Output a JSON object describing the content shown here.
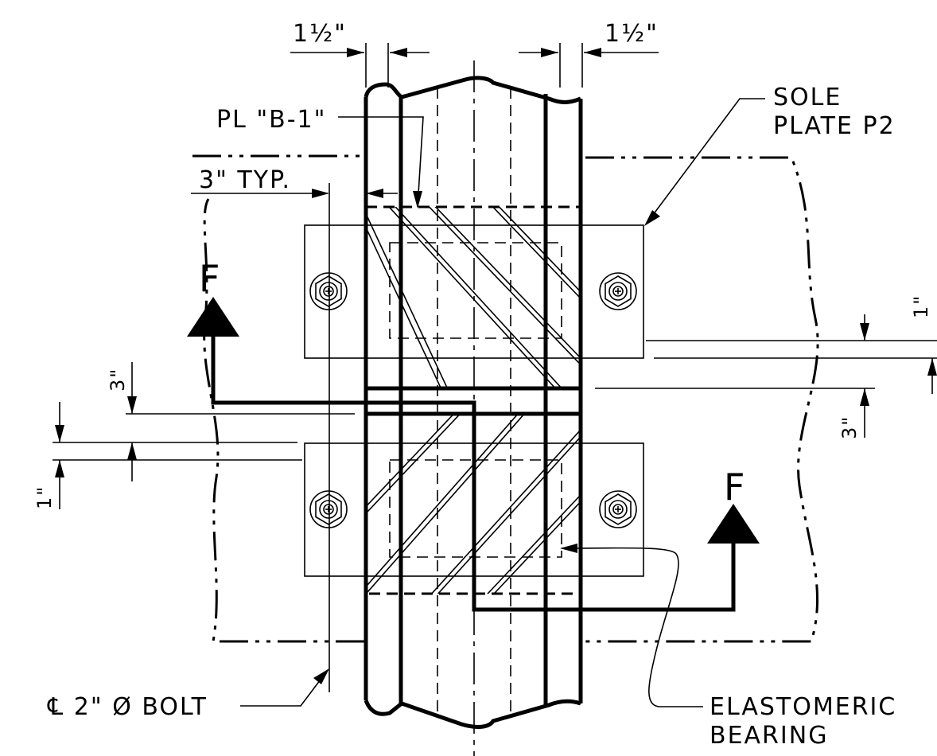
{
  "dimensions": {
    "top_left": "1½\"",
    "top_right": "1½\"",
    "typ": "3\" TYP.",
    "right_upper_vertical": "1\"",
    "right_lower_vertical": "3\"",
    "left_upper_vertical": "3\"",
    "left_lower_vertical": "1\""
  },
  "labels": {
    "plate": "PL \"B-1\"",
    "sole_plate": [
      "SOLE",
      "PLATE P2"
    ],
    "force_upper": "F",
    "force_lower": "F",
    "bolt": "℄ 2\" Ø BOLT",
    "bearing": [
      "ELASTOMERIC",
      "BEARING"
    ]
  }
}
